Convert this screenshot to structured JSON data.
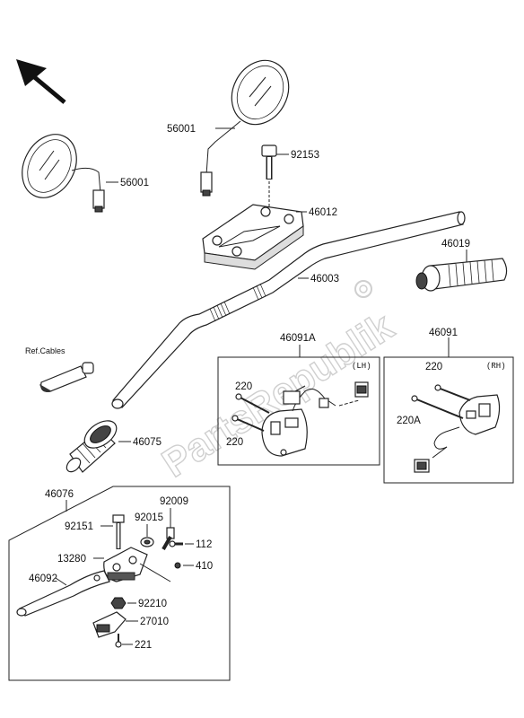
{
  "watermark": "PartsRepublik",
  "side_labels": {
    "lh": "(LH)",
    "rh": "(RH)"
  },
  "ref_cables": "Ref.Cables",
  "labels": {
    "p56001_right": "56001",
    "p56001_left": "56001",
    "p92153": "92153",
    "p46012": "46012",
    "p46019": "46019",
    "p46003": "46003",
    "p46091A": "46091A",
    "p46091": "46091",
    "p220_lh_top": "220",
    "p220_lh_bot": "220",
    "p220_rh": "220",
    "p220A": "220A",
    "p46075": "46075",
    "p46076": "46076",
    "p92009": "92009",
    "p92151": "92151",
    "p92015": "92015",
    "p112": "112",
    "p13280": "13280",
    "p410": "410",
    "p46092": "46092",
    "p92210": "92210",
    "p27010": "27010",
    "p221": "221"
  }
}
